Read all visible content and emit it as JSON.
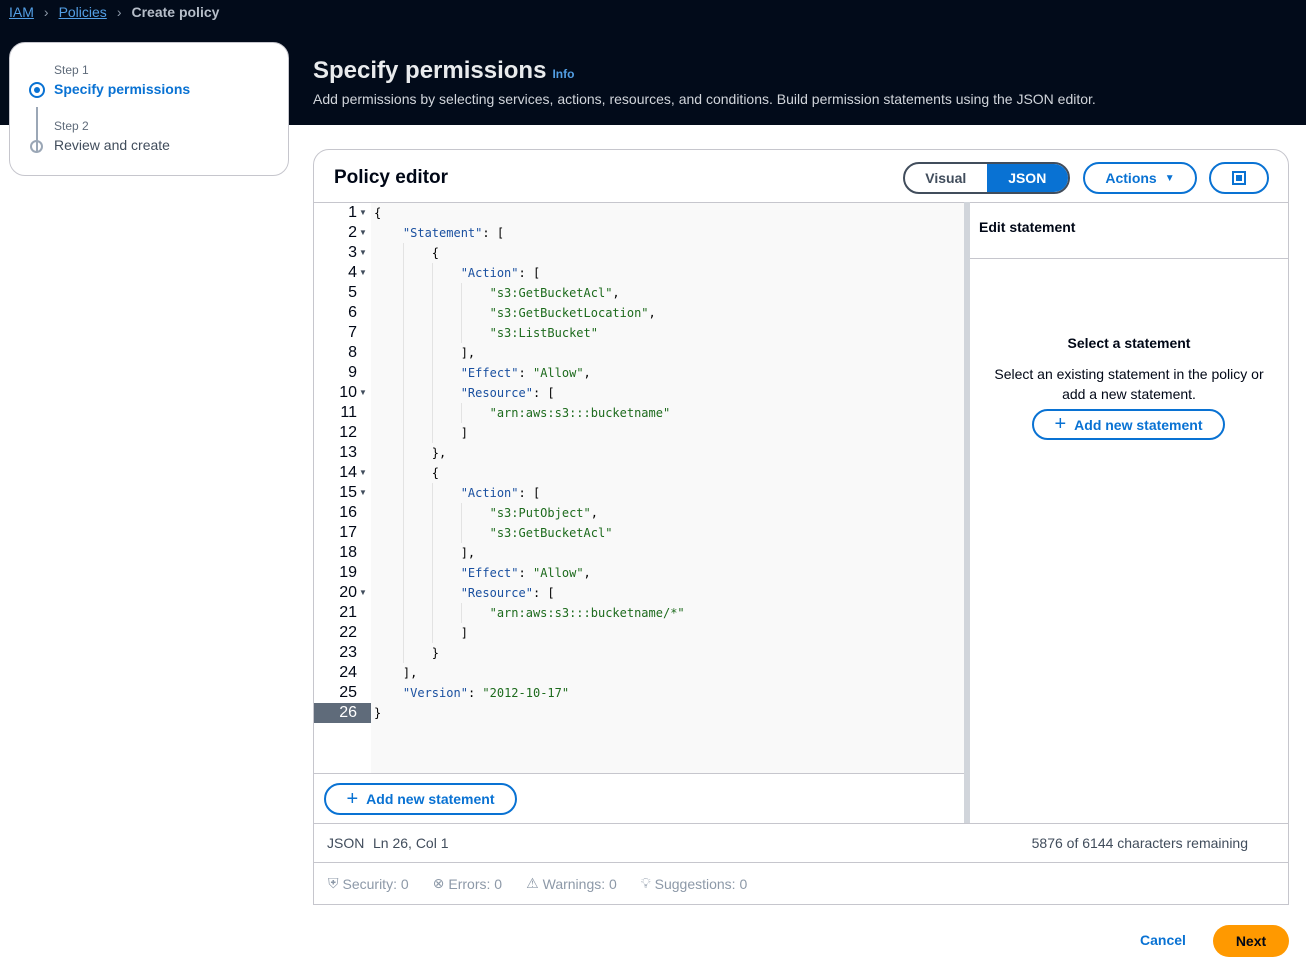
{
  "breadcrumb": {
    "items": [
      "IAM",
      "Policies"
    ],
    "current": "Create policy"
  },
  "steps": [
    {
      "label": "Step 1",
      "name": "Specify permissions",
      "active": true
    },
    {
      "label": "Step 2",
      "name": "Review and create",
      "active": false
    }
  ],
  "header": {
    "title": "Specify permissions",
    "info": "Info",
    "description": "Add permissions by selecting services, actions, resources, and conditions. Build permission statements using the JSON editor."
  },
  "editor": {
    "title": "Policy editor",
    "mode_visual": "Visual",
    "mode_json": "JSON",
    "selected_mode": "JSON",
    "actions_label": "Actions",
    "lines": [
      "{",
      "    \"Statement\": [",
      "        {",
      "            \"Action\": [",
      "                \"s3:GetBucketAcl\",",
      "                \"s3:GetBucketLocation\",",
      "                \"s3:ListBucket\"",
      "            ],",
      "            \"Effect\": \"Allow\",",
      "            \"Resource\": [",
      "                \"arn:aws:s3:::bucketname\"",
      "            ]",
      "        },",
      "        {",
      "            \"Action\": [",
      "                \"s3:PutObject\",",
      "                \"s3:GetBucketAcl\"",
      "            ],",
      "            \"Effect\": \"Allow\",",
      "            \"Resource\": [",
      "                \"arn:aws:s3:::bucketname/*\"",
      "            ]",
      "        }",
      "    ],",
      "    \"Version\": \"2012-10-17\"",
      "}"
    ],
    "foldable_lines": [
      1,
      2,
      3,
      4,
      10,
      14,
      15,
      20
    ],
    "active_line": 26,
    "add_statement": "Add new statement",
    "status_lang": "JSON",
    "status_pos": "Ln 26, Col 1",
    "chars_remaining": "5876 of 6144 characters remaining",
    "checks": {
      "security": "Security: 0",
      "errors": "Errors: 0",
      "warnings": "Warnings: 0",
      "suggestions": "Suggestions: 0"
    }
  },
  "side_panel": {
    "title": "Edit statement",
    "empty_title": "Select a statement",
    "empty_text": "Select an existing statement in the policy or add a new statement.",
    "add_button": "Add new statement"
  },
  "footer": {
    "cancel": "Cancel",
    "next": "Next"
  },
  "colors": {
    "accent": "#0972d3",
    "primary_button": "#ff9900",
    "header_bg": "#020b1a"
  }
}
